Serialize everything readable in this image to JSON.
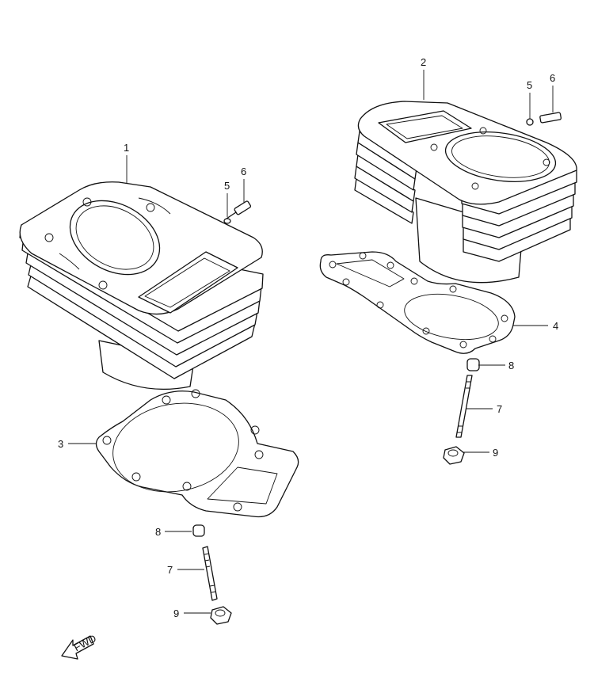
{
  "callouts": [
    {
      "id": "c1",
      "label": "1"
    },
    {
      "id": "c2",
      "label": "2"
    },
    {
      "id": "c3",
      "label": "3"
    },
    {
      "id": "c4",
      "label": "4"
    },
    {
      "id": "c5a",
      "label": "5"
    },
    {
      "id": "c6a",
      "label": "6"
    },
    {
      "id": "c5b",
      "label": "5"
    },
    {
      "id": "c6b",
      "label": "6"
    },
    {
      "id": "c7a",
      "label": "7"
    },
    {
      "id": "c8a",
      "label": "8"
    },
    {
      "id": "c9a",
      "label": "9"
    },
    {
      "id": "c7b",
      "label": "7"
    },
    {
      "id": "c8b",
      "label": "8"
    },
    {
      "id": "c9b",
      "label": "9"
    }
  ],
  "fwd_label": "FWD"
}
